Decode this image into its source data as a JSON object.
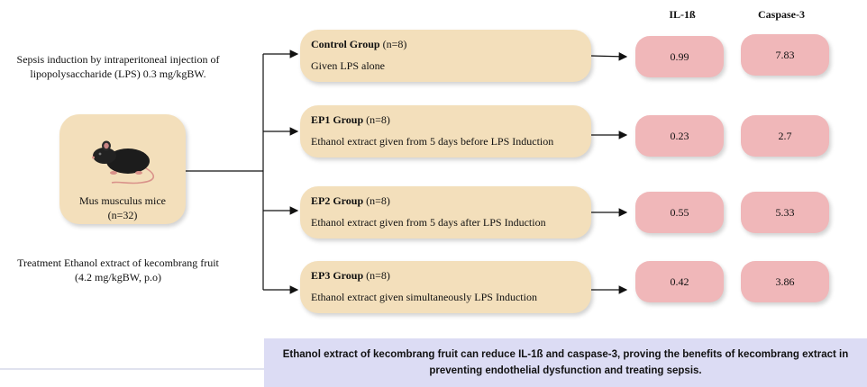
{
  "headers": {
    "il1b": "IL-1ß",
    "caspase3": "Caspase-3"
  },
  "notes": {
    "sepsis_line1": "Sepsis induction by intraperitoneal injection of",
    "sepsis_line2": "lipopolysaccharide (LPS) 0.3 mg/kgBW.",
    "treatment_line1": "Treatment Ethanol extract of kecombrang fruit",
    "treatment_line2": "(4.2 mg/kgBW, p.o)"
  },
  "subjects": {
    "name": "Mus musculus mice",
    "count": "(n=32)"
  },
  "groups": [
    {
      "name": "Control Group",
      "n": "(n=8)",
      "desc": "Given LPS alone",
      "il1b": "0.99",
      "caspase3": "7.83"
    },
    {
      "name": "EP1 Group",
      "n": "(n=8)",
      "desc": "Ethanol extract given from 5 days before LPS Induction",
      "il1b": "0.23",
      "caspase3": "2.7"
    },
    {
      "name": "EP2 Group",
      "n": "(n=8)",
      "desc": "Ethanol extract given from 5 days after LPS Induction",
      "il1b": "0.55",
      "caspase3": "5.33"
    },
    {
      "name": "EP3 Group",
      "n": "(n=8)",
      "desc": "Ethanol extract given simultaneously LPS Induction",
      "il1b": "0.42",
      "caspase3": "3.86"
    }
  ],
  "conclusion": {
    "line1": "Ethanol extract of kecombrang fruit can reduce IL-1ß and caspase-3, proving the benefits of kecombrang extract in",
    "line2": "preventing endothelial dysfunction and treating sepsis."
  },
  "colors": {
    "group_box": "#f3dfbb",
    "value_box": "#f0b7b9",
    "conclusion_bg": "#dcdcf4",
    "lines": "#111111"
  },
  "icons": {
    "subject": "mouse-icon"
  }
}
